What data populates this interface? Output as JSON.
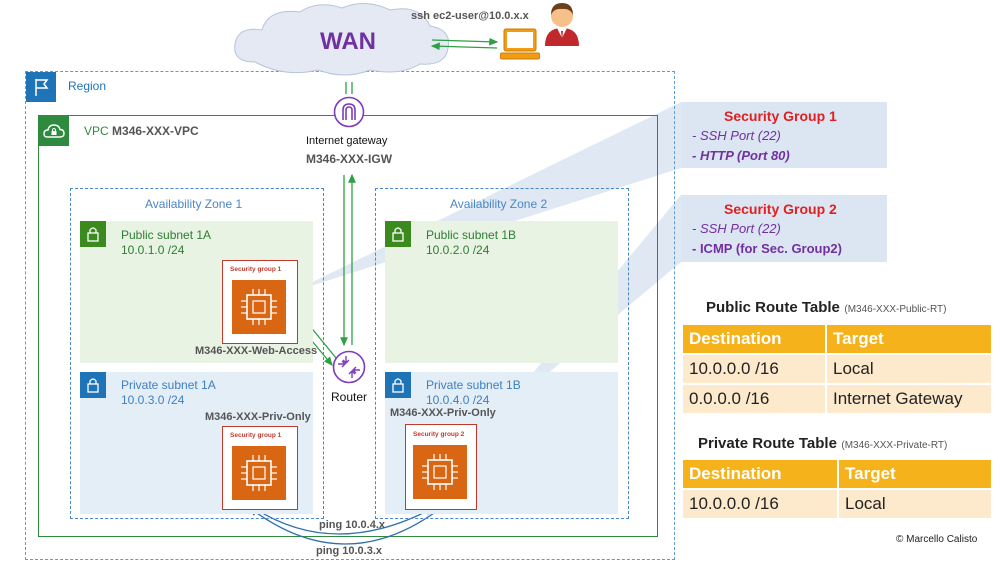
{
  "wan": {
    "label": "WAN",
    "ssh_text": "ssh ec2-user@10.0.x.x"
  },
  "region": {
    "label": "Region"
  },
  "vpc": {
    "prefix": "VPC",
    "name": "M346-XXX-VPC"
  },
  "igw": {
    "label": "Internet gateway",
    "name": "M346-XXX-IGW"
  },
  "router": {
    "label": "Router"
  },
  "az1": {
    "label": "Availability Zone 1"
  },
  "az2": {
    "label": "Availability Zone 2"
  },
  "subnets": {
    "pub1a": {
      "name": "Public subnet 1A",
      "cidr": "10.0.1.0 /24"
    },
    "pub1b": {
      "name": "Public subnet 1B",
      "cidr": "10.0.2.0 /24"
    },
    "priv1a": {
      "name": "Private subnet 1A",
      "cidr": "10.0.3.0 /24"
    },
    "priv1b": {
      "name": "Private subnet 1B",
      "cidr": "10.0.4.0 /24"
    }
  },
  "instances": {
    "web": {
      "sg": "Security group 1",
      "name": "M346-XXX-Web-Access"
    },
    "priv_a": {
      "sg": "Security group 1",
      "name": "M346-XXX-Priv-Only"
    },
    "priv_b": {
      "sg": "Security group 2",
      "name": "M346-XXX-Priv-Only"
    }
  },
  "pings": {
    "ping1": "ping 10.0.4.x",
    "ping2": "ping 10.0.3.x"
  },
  "sg1_callout": {
    "title": "Security Group 1",
    "line1": "- SSH Port (22)",
    "line2": "- HTTP (Port 80)"
  },
  "sg2_callout": {
    "title": "Security Group 2",
    "line1": "- SSH Port (22)",
    "line2": "- ICMP (for Sec. Group2)"
  },
  "public_rt": {
    "title": "Public Route Table",
    "name": "(M346-XXX-Public-RT)",
    "headers": [
      "Destination",
      "Target"
    ],
    "rows": [
      [
        "10.0.0.0 /16",
        "Local"
      ],
      [
        "0.0.0.0 /16",
        "Internet Gateway"
      ]
    ]
  },
  "private_rt": {
    "title": "Private Route Table",
    "name": "(M346-XXX-Private-RT)",
    "headers": [
      "Destination",
      "Target"
    ],
    "rows": [
      [
        "10.0.0.0 /16",
        "Local"
      ]
    ]
  },
  "copyright": "© Marcello Calisto",
  "colors": {
    "region_border": "#5a9bd5",
    "vpc_border": "#2e8b3e",
    "public_subnet_bg": "#e9f3e4",
    "private_subnet_bg": "#e4eef7",
    "security_group": "#c0392b",
    "ec2": "#d86613",
    "table_header": "#f6b21b",
    "table_cell": "#fde9cc",
    "callout_bg": "#dce6f2",
    "wan_text": "#7030a0",
    "arrow": "#2ea043"
  }
}
